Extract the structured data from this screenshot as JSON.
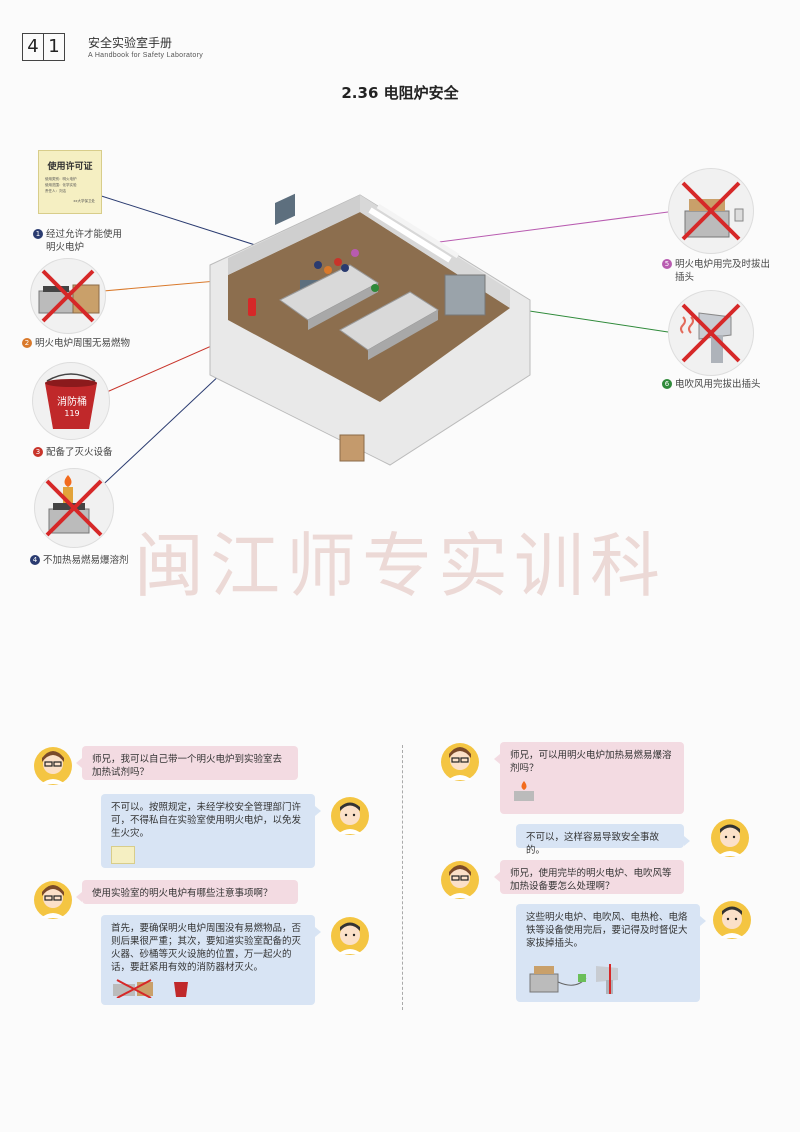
{
  "header": {
    "page_digits": [
      "4",
      "1"
    ],
    "book_title": "安全实验室手册",
    "book_subtitle": "A Handbook for Safety Laboratory",
    "section_title": "2.36 电阻炉安全"
  },
  "permit_card": {
    "title": "使用许可证",
    "line1": "使用类别：明火电炉",
    "line2": "使用范围：化学实验",
    "line3": "责任人：刘洁",
    "stamp": "xx大学保卫处"
  },
  "bucket_text": {
    "top": "消防桶",
    "bottom": "119"
  },
  "callouts": [
    {
      "num": "1",
      "text": "经过允许才能使用明火电炉"
    },
    {
      "num": "2",
      "text": "明火电炉周围无易燃物"
    },
    {
      "num": "3",
      "text": "配备了灭火设备"
    },
    {
      "num": "4",
      "text": "不加热易燃易爆溶剂"
    },
    {
      "num": "5",
      "text": "明火电炉用完及时拔出插头"
    },
    {
      "num": "6",
      "text": "电吹风用完拔出插头"
    }
  ],
  "watermark": "闽江师专实训科",
  "dialog_left": [
    {
      "speaker": "female",
      "text": "师兄，我可以自己带一个明火电炉到实验室去加热试剂吗？"
    },
    {
      "speaker": "male",
      "text": "不可以。按照规定，未经学校安全管理部门许可，不得私自在实验室使用明火电炉，以免发生火灾。"
    },
    {
      "speaker": "female",
      "text": "使用实验室的明火电炉有哪些注意事项啊？"
    },
    {
      "speaker": "male",
      "text": "首先，要确保明火电炉周围没有易燃物品，否则后果很严重；其次，要知道实验室配备的灭火器、砂桶等灭火设施的位置，万一起火的话，要赶紧用有效的消防器材灭火。"
    }
  ],
  "dialog_right": [
    {
      "speaker": "female",
      "text": "师兄，可以用明火电炉加热易燃易爆溶剂吗？"
    },
    {
      "speaker": "male",
      "text": "不可以，这样容易导致安全事故的。"
    },
    {
      "speaker": "female",
      "text": "师兄，使用完毕的明火电炉、电吹风等加热设备要怎么处理啊？"
    },
    {
      "speaker": "male",
      "text": "这些明火电炉、电吹风、电热枪、电烙铁等设备使用完后，要记得及时督促大家拔掉插头。"
    }
  ],
  "colors": {
    "callout_1": "#2a3b70",
    "callout_2": "#d9792b",
    "callout_3": "#c8342a",
    "callout_5": "#b85bb0",
    "callout_6": "#2f8a3a",
    "bubble_female": "#f3dbe2",
    "bubble_male": "#d8e4f4",
    "cross": "#d62828"
  }
}
